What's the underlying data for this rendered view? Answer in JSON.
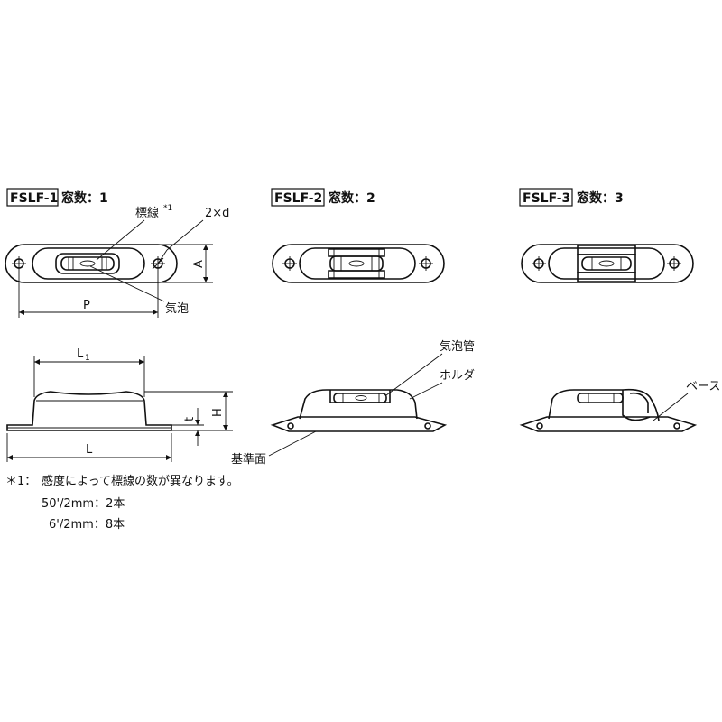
{
  "models": [
    {
      "code": "FSLF-1",
      "windows": "窓数：1"
    },
    {
      "code": "FSLF-2",
      "windows": "窓数：2"
    },
    {
      "code": "FSLF-3",
      "windows": "窓数：3"
    }
  ],
  "labels": {
    "mark_line": "標線",
    "asterisk": "*1",
    "holes": "2×d",
    "dim_a": "A",
    "dim_p": "P",
    "bubble": "気泡",
    "dim_l1": "L",
    "dim_l1_sub": "1",
    "dim_t": "t",
    "dim_h": "H",
    "dim_l": "L",
    "vial": "気泡管",
    "holder": "ホルダ",
    "base": "ベース",
    "reference_surface": "基準面"
  },
  "notes": {
    "marker": "＊1：",
    "text": "感度によって標線の数が異なります。",
    "row1": "50'/2mm：2本",
    "row2": "6'/2mm：8本"
  }
}
